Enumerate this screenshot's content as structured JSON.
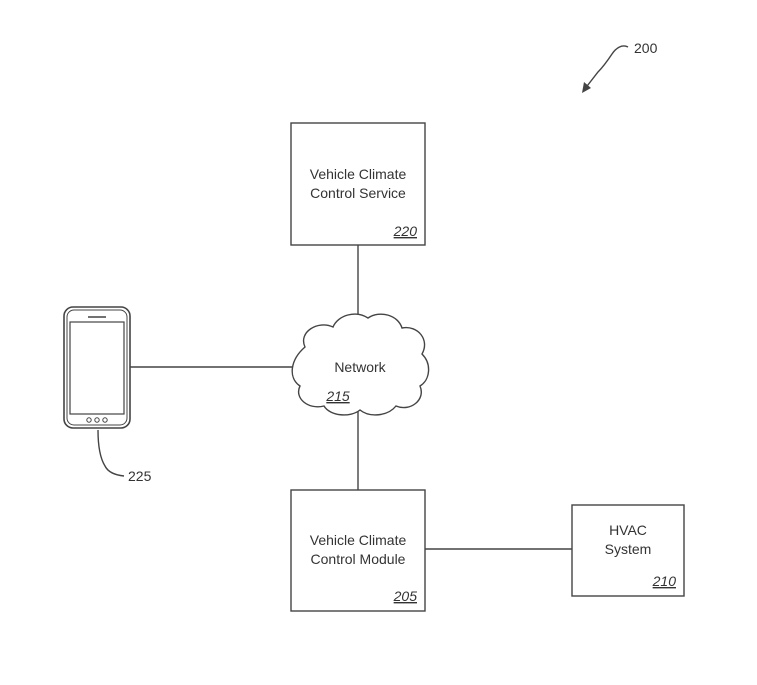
{
  "figure": {
    "number": "200"
  },
  "nodes": {
    "service": {
      "line1": "Vehicle Climate",
      "line2": "Control Service",
      "ref": "220"
    },
    "network": {
      "label": "Network",
      "ref": "215"
    },
    "module": {
      "line1": "Vehicle Climate",
      "line2": "Control Module",
      "ref": "205"
    },
    "hvac": {
      "line1": "HVAC",
      "line2": "System",
      "ref": "210"
    },
    "phone": {
      "ref": "225",
      "icon": "mobile-phone-icon"
    }
  }
}
